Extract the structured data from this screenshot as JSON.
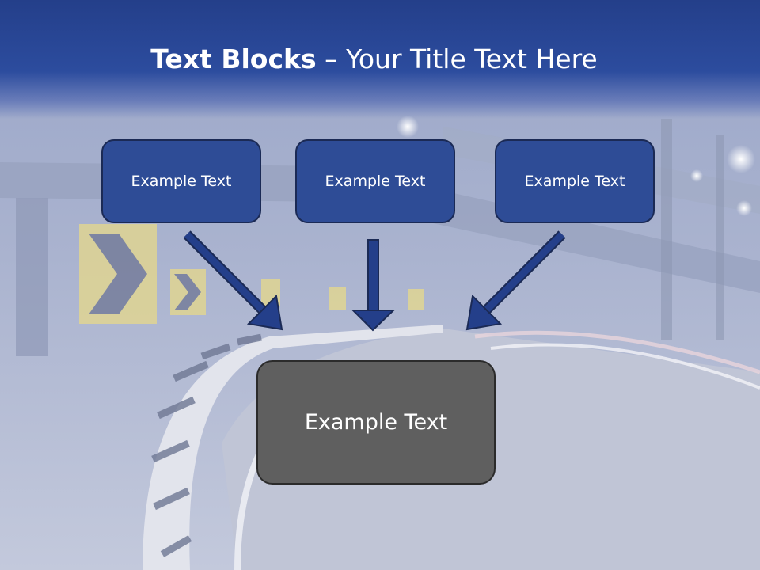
{
  "slide": {
    "title_bold": "Text Blocks",
    "title_rest": " – Your Title Text Here"
  },
  "boxes": {
    "top_left": "Example Text",
    "top_center": "Example Text",
    "top_right": "Example Text",
    "bottom": "Example Text"
  },
  "colors": {
    "title_band": "#2c4c9e",
    "box_fill": "#2e4c96",
    "box_border": "#1b2a55",
    "bottom_box_fill": "#5f5f5f",
    "arrow_fill": "#243f8a"
  }
}
